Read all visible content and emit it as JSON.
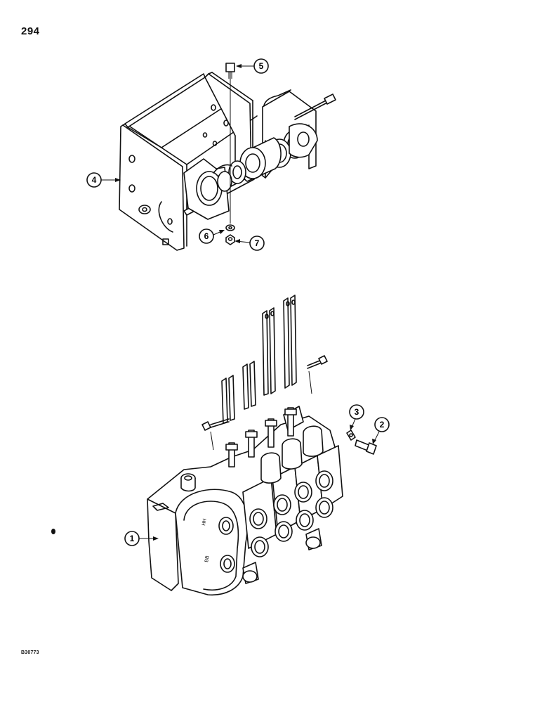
{
  "page": {
    "number": "294",
    "figure_code": "B30773"
  },
  "callouts": [
    {
      "id": "1",
      "label": "1",
      "part": "control-valve-assembly"
    },
    {
      "id": "2",
      "label": "2",
      "part": "cap-screw"
    },
    {
      "id": "3",
      "label": "3",
      "part": "washer"
    },
    {
      "id": "4",
      "label": "4",
      "part": "mounting-bracket"
    },
    {
      "id": "5",
      "label": "5",
      "part": "bolt"
    },
    {
      "id": "6",
      "label": "6",
      "part": "lock-washer"
    },
    {
      "id": "7",
      "label": "7",
      "part": "nut"
    }
  ]
}
